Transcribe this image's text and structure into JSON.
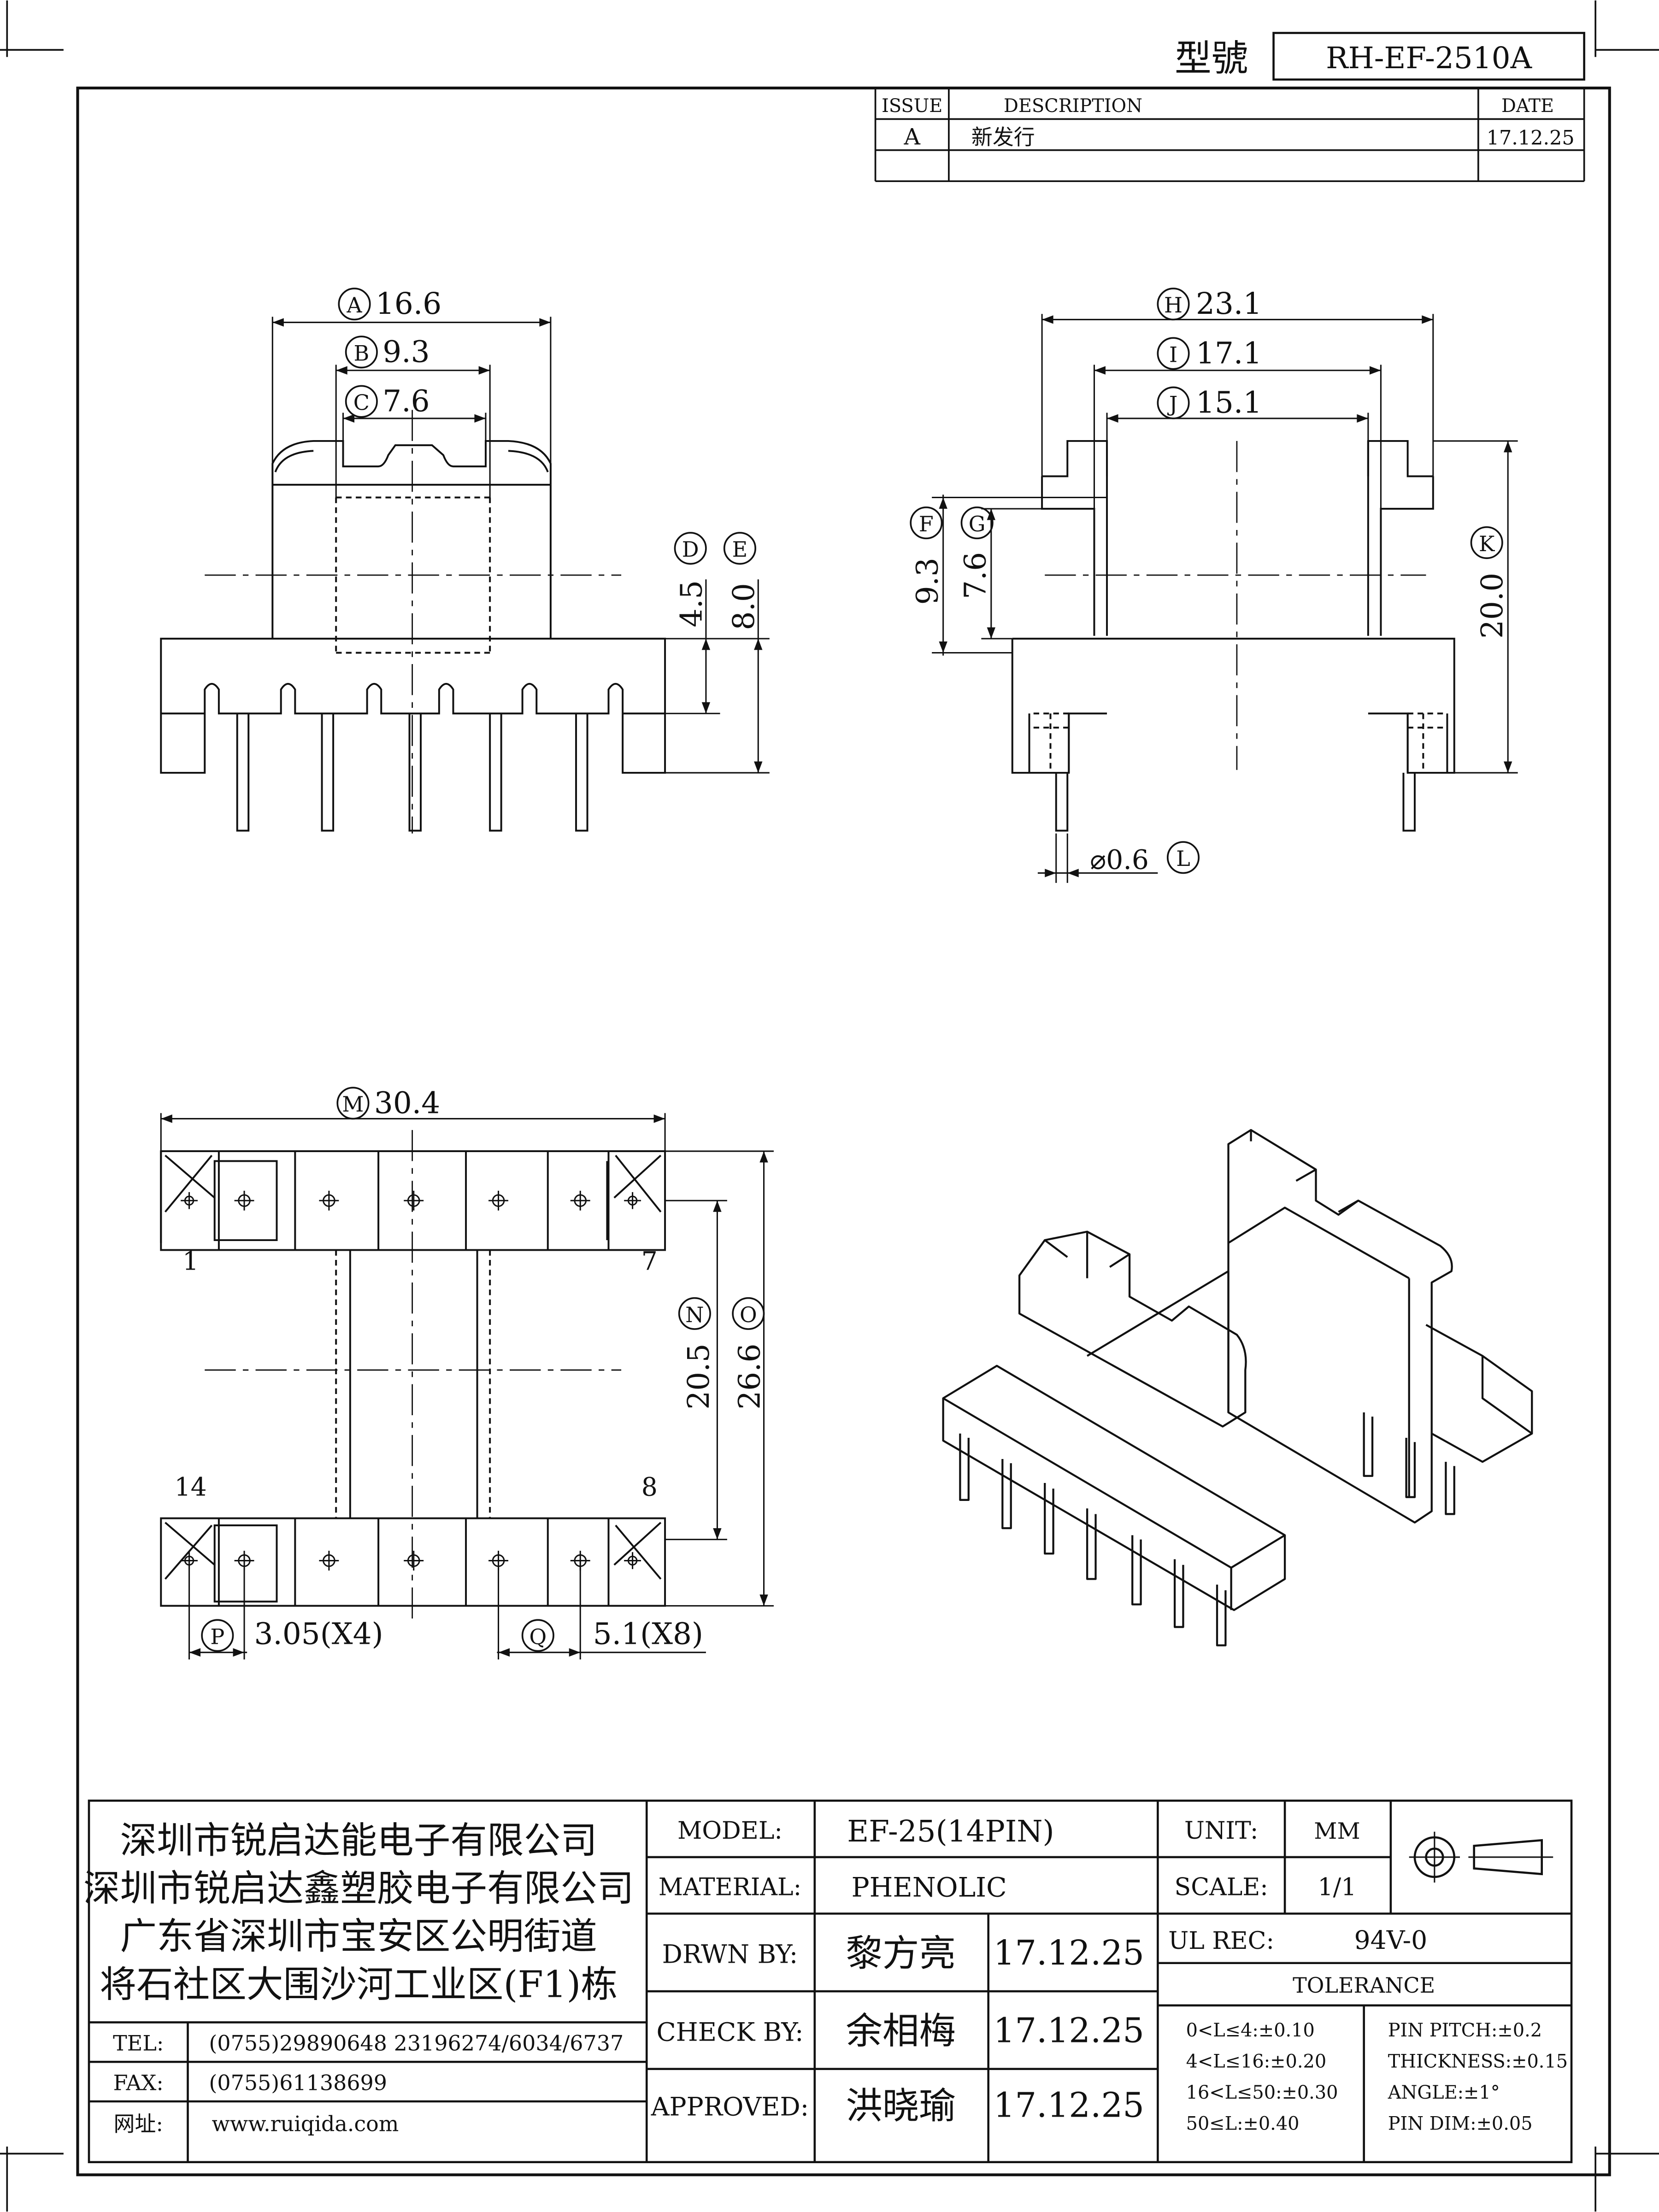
{
  "model_header": {
    "label": "型號",
    "value": "RH-EF-2510A"
  },
  "revision": {
    "headers": [
      "ISSUE",
      "DESCRIPTION",
      "DATE"
    ],
    "rows": [
      [
        "A",
        "新发行",
        "17.12.25"
      ]
    ]
  },
  "front_view": {
    "dim_a": {
      "letter": "A",
      "value": "16.6"
    },
    "dim_b": {
      "letter": "B",
      "value": "9.3"
    },
    "dim_c": {
      "letter": "C",
      "value": "7.6"
    },
    "dim_d": {
      "letter": "D",
      "value": "4.5"
    },
    "dim_e": {
      "letter": "E",
      "value": "8.0"
    }
  },
  "side_view": {
    "dim_h": {
      "letter": "H",
      "value": "23.1"
    },
    "dim_i": {
      "letter": "I",
      "value": "17.1"
    },
    "dim_j": {
      "letter": "J",
      "value": "15.1"
    },
    "dim_f": {
      "letter": "F",
      "value": "9.3"
    },
    "dim_g": {
      "letter": "G",
      "value": "7.6"
    },
    "dim_k": {
      "letter": "K",
      "value": "20.0"
    },
    "dim_l": {
      "letter": "L",
      "value": "⌀0.6"
    }
  },
  "bottom_view": {
    "dim_m": {
      "letter": "M",
      "value": "30.4"
    },
    "dim_n": {
      "letter": "N",
      "value": "20.5"
    },
    "dim_o": {
      "letter": "O",
      "value": "26.6"
    },
    "dim_p": {
      "letter": "P",
      "value": "3.05(X4)"
    },
    "dim_q": {
      "letter": "Q",
      "value": "5.1(X8)"
    },
    "pin_labels": {
      "p1": "1",
      "p7": "7",
      "p14": "14",
      "p8": "8"
    }
  },
  "title_block": {
    "company": [
      "深圳市锐启达能电子有限公司",
      "深圳市锐启达鑫塑胶电子有限公司",
      "广东省深圳市宝安区公明街道",
      "将石社区大围沙河工业区(F1)栋"
    ],
    "contacts": [
      {
        "label": "TEL:",
        "value": "(0755)29890648   23196274/6034/6737"
      },
      {
        "label": "FAX:",
        "value": "(0755)61138699"
      },
      {
        "label": "网址:",
        "value": "www.ruiqida.com"
      }
    ],
    "model": {
      "label": "MODEL:",
      "value": "EF-25(14PIN)"
    },
    "material": {
      "label": "MATERIAL:",
      "value": "PHENOLIC"
    },
    "drawn": {
      "label": "DRWN BY:",
      "name": "黎方亮",
      "date": "17.12.25"
    },
    "check": {
      "label": "CHECK BY:",
      "name": "余相梅",
      "date": "17.12.25"
    },
    "approved": {
      "label": "APPROVED:",
      "name": "洪晓瑜",
      "date": "17.12.25"
    },
    "unit": {
      "label": "UNIT:",
      "value": "MM"
    },
    "scale": {
      "label": "SCALE:",
      "value": "1/1"
    },
    "ul_rec": {
      "label": "UL REC:",
      "value": "94V-0"
    },
    "tolerance": {
      "title": "TOLERANCE",
      "left": [
        "0<L≤4:±0.10",
        "4<L≤16:±0.20",
        "16<L≤50:±0.30",
        "50≤L:±0.40"
      ],
      "right": [
        "PIN PITCH:±0.2",
        "THICKNESS:±0.15",
        "ANGLE:±1°",
        "PIN DIM:±0.05"
      ]
    }
  }
}
